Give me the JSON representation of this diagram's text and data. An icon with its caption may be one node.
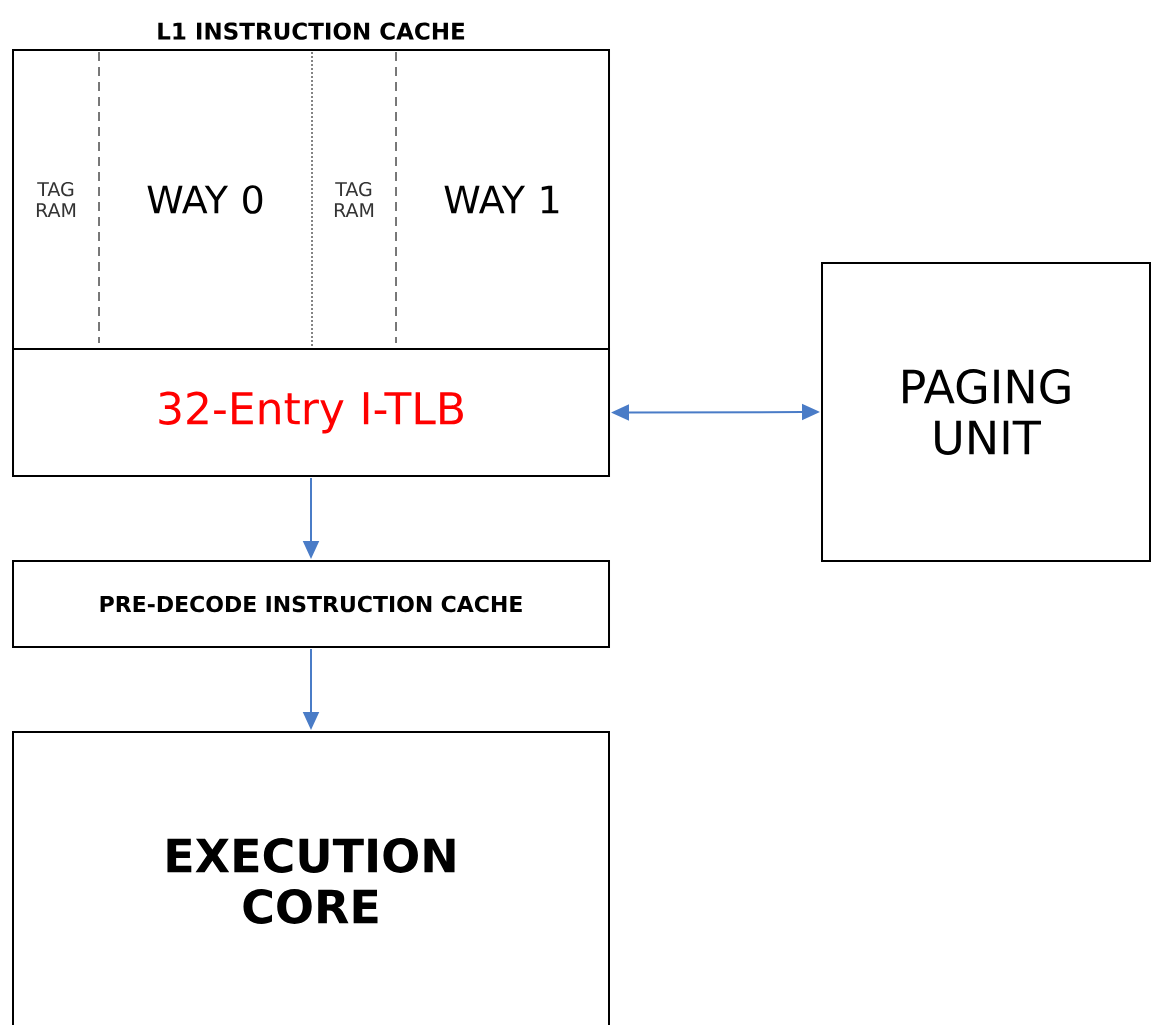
{
  "diagram": {
    "nodes": [
      {
        "text": [
          "L1 INSTRUCTION CACHE"
        ]
      },
      {
        "text": [
          "TAG RAM"
        ],
        "in": 0
      },
      {
        "text": [
          "WAY 0"
        ],
        "in": 0
      },
      {
        "text": [
          "TAG RAM"
        ],
        "in": 0
      },
      {
        "text": [
          "WAY 1"
        ],
        "in": 0
      },
      {
        "text": [
          "32-Entry I-TLB"
        ],
        "in": 0
      },
      {
        "text": [
          "PAGING UNIT"
        ]
      },
      {
        "text": [
          "PRE-DECODE INSTRUCTION CACHE"
        ]
      },
      {
        "text": [
          "EXECUTION CORE"
        ]
      }
    ],
    "edges": [
      {
        "from": 5,
        "to": 6,
        "arrow": "both"
      },
      {
        "from": 5,
        "to": 7,
        "arrow": "to"
      },
      {
        "from": 7,
        "to": 8,
        "arrow": "to"
      }
    ]
  }
}
